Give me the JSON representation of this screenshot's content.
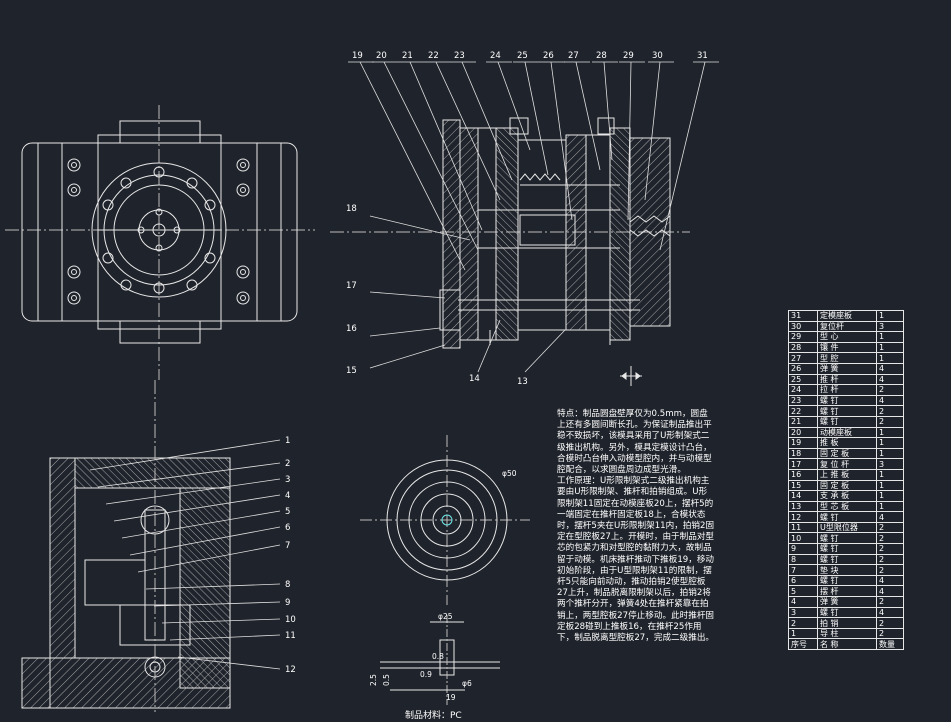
{
  "leaders_top": [
    "19",
    "20",
    "21",
    "22",
    "23",
    "24",
    "25",
    "26",
    "27",
    "28",
    "29",
    "30",
    "31"
  ],
  "leaders_left": [
    "18",
    "17",
    "16",
    "15"
  ],
  "leaders_bottom": [
    "14",
    "13"
  ],
  "leaders_lower": [
    "1",
    "2",
    "3",
    "4",
    "5",
    "6",
    "7",
    "8",
    "9",
    "10",
    "11",
    "12"
  ],
  "dims": {
    "dia50": "φ50",
    "dia25": "φ25",
    "d25": "2.5",
    "d05": "0.5",
    "d09": "0.9",
    "d19": "19",
    "d6": "φ6",
    "d8": "0.8"
  },
  "note_text": "特点：制品圆盘壁厚仅为0.5mm，圆盘上还有多圆间断长孔。为保证制品推出平稳不致损坏，该模具采用了U形制架式二级推出机构。另外，模具定模设计凸台，合模时凸台伸入动模型腔内，并与动模型腔配合，以求圆盘周边成型光滑。\n工作原理：U形限制架式二级推出机构主要由U形限制架、推杆和拍销组成。U形限制架11固定在动模座板20上，摆杆5的一端固定在推杆固定板18上，合模状态时，摆杆5夹在U形限制架11内，拍销2固定在型腔板27上。开模时，由于制品对型芯的包紧力和对型腔的黏附力大，故制品留于动模。机床推杆推动下推板19，移动初始阶段，由于U型限制架11的限制，摆杆5只能向前动动，推动拍销2使型腔板27上升，制品脱离限制架以后，拍销2将两个推杆分开，弹簧4处在推杆紧靠在拍销上，两型腔板27停止移动。此时推杆固定板28碰到上推板16，在推杆25作用下，制品脱离型腔板27，完成二级推出。",
  "material_label": "制品材料：PC",
  "bom": [
    [
      "31",
      "定模座板",
      "1"
    ],
    [
      "30",
      "复位杆",
      "3"
    ],
    [
      "29",
      "型 心",
      "1"
    ],
    [
      "28",
      "镶 件",
      "1"
    ],
    [
      "27",
      "型 腔",
      "1"
    ],
    [
      "26",
      "弹 簧",
      "4"
    ],
    [
      "25",
      "推 杆",
      "4"
    ],
    [
      "24",
      "拉 杆",
      "2"
    ],
    [
      "23",
      "螺 钉",
      "4"
    ],
    [
      "22",
      "螺 钉",
      "2"
    ],
    [
      "21",
      "螺 钉",
      "2"
    ],
    [
      "20",
      "动模座板",
      "1"
    ],
    [
      "19",
      "推 板",
      "1"
    ],
    [
      "18",
      "固 定 板",
      "1"
    ],
    [
      "17",
      "复 位 杆",
      "3"
    ],
    [
      "16",
      "上 推 板",
      "1"
    ],
    [
      "15",
      "固 定 板",
      "1"
    ],
    [
      "14",
      "支 承 板",
      "1"
    ],
    [
      "13",
      "型 芯 板",
      "1"
    ],
    [
      "12",
      "螺 钉",
      "4"
    ],
    [
      "11",
      "U型限位器",
      "2"
    ],
    [
      "10",
      "螺 钉",
      "2"
    ],
    [
      "9",
      "螺 钉",
      "2"
    ],
    [
      "8",
      "螺 钉",
      "2"
    ],
    [
      "7",
      "垫 块",
      "2"
    ],
    [
      "6",
      "螺 钉",
      "4"
    ],
    [
      "5",
      "摆 杆",
      "4"
    ],
    [
      "4",
      "弹 簧",
      "2"
    ],
    [
      "3",
      "螺 钉",
      "4"
    ],
    [
      "2",
      "拍 销",
      "2"
    ],
    [
      "1",
      "导 柱",
      "2"
    ]
  ],
  "bom_header": [
    "序号",
    "名 称",
    "数量"
  ]
}
